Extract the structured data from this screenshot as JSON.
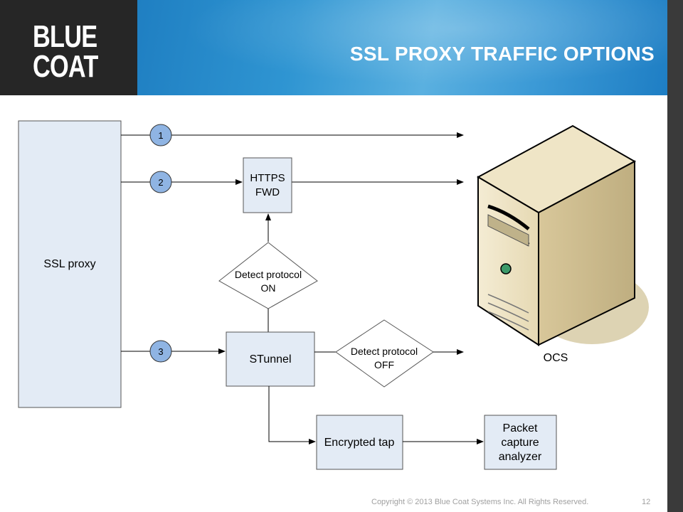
{
  "header": {
    "logo_line1": "BLUE",
    "logo_line2": "COAT",
    "title": "SSL PROXY TRAFFIC OPTIONS"
  },
  "diagram": {
    "ssl_proxy": "SSL proxy",
    "marker_1": "1",
    "marker_2": "2",
    "marker_3": "3",
    "https_fwd_line1": "HTTPS",
    "https_fwd_line2": "FWD",
    "detect_on_line1": "Detect protocol",
    "detect_on_line2": "ON",
    "stunnel": "STunnel",
    "detect_off_line1": "Detect protocol",
    "detect_off_line2": "OFF",
    "encrypted_tap": "Encrypted tap",
    "packet_line1": "Packet",
    "packet_line2": "capture",
    "packet_line3": "analyzer",
    "ocs": "OCS"
  },
  "footer": {
    "copyright": "Copyright © 2013 Blue Coat Systems Inc.  All Rights Reserved.",
    "page_number": "12"
  },
  "colors": {
    "box_fill": "#e3ebf5",
    "marker_fill": "#8fb4e3",
    "banner": "#2f95d2",
    "logo_bg": "#262626"
  }
}
